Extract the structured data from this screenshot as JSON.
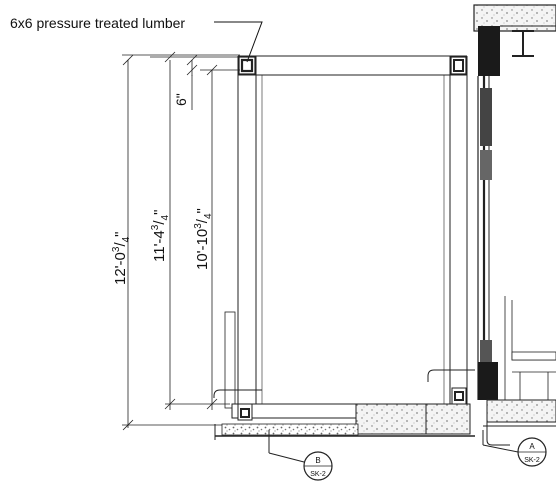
{
  "callout": {
    "text": "6x6 pressure treated lumber"
  },
  "dimensions": [
    {
      "whole": "12'-0",
      "num": "3",
      "den": "4",
      "unit": "\""
    },
    {
      "whole": "11'-4",
      "num": "3",
      "den": "4",
      "unit": "\""
    },
    {
      "whole": "10'-10",
      "num": "3",
      "den": "4",
      "unit": "\""
    },
    {
      "whole": "6",
      "unit": "\""
    }
  ],
  "section_tags": [
    {
      "letter": "B",
      "sheet": "SK-2"
    },
    {
      "letter": "A",
      "sheet": "SK-2"
    }
  ]
}
